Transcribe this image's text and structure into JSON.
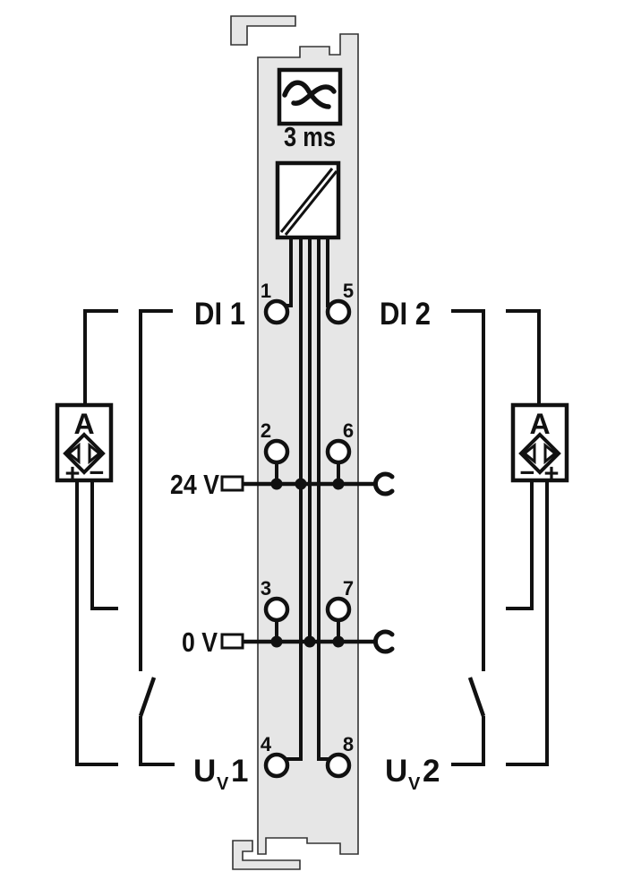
{
  "colors": {
    "background": "#ffffff",
    "module_fill": "#e6e6e6",
    "box_fill": "#ffffff",
    "line": "#111111"
  },
  "module": {
    "filter": {
      "icon": "sine-wave",
      "label": "3 ms"
    },
    "isolation_icon": "galvanic-isolation",
    "contacts": [
      {
        "number": "1"
      },
      {
        "number": "2"
      },
      {
        "number": "3"
      },
      {
        "number": "4"
      },
      {
        "number": "5"
      },
      {
        "number": "6"
      },
      {
        "number": "7"
      },
      {
        "number": "8"
      }
    ],
    "rails": [
      {
        "label": "24 V"
      },
      {
        "label": "0 V"
      }
    ]
  },
  "channels": [
    {
      "input_label": "DI 1",
      "supply_label": {
        "base": "U",
        "sub": "V",
        "index": "1"
      },
      "sensor": {
        "letter": "A",
        "polarity_left": "+",
        "polarity_right": "−"
      }
    },
    {
      "input_label": "DI 2",
      "supply_label": {
        "base": "U",
        "sub": "V",
        "index": "2"
      },
      "sensor": {
        "letter": "A",
        "polarity_left": "−",
        "polarity_right": "+"
      }
    }
  ]
}
